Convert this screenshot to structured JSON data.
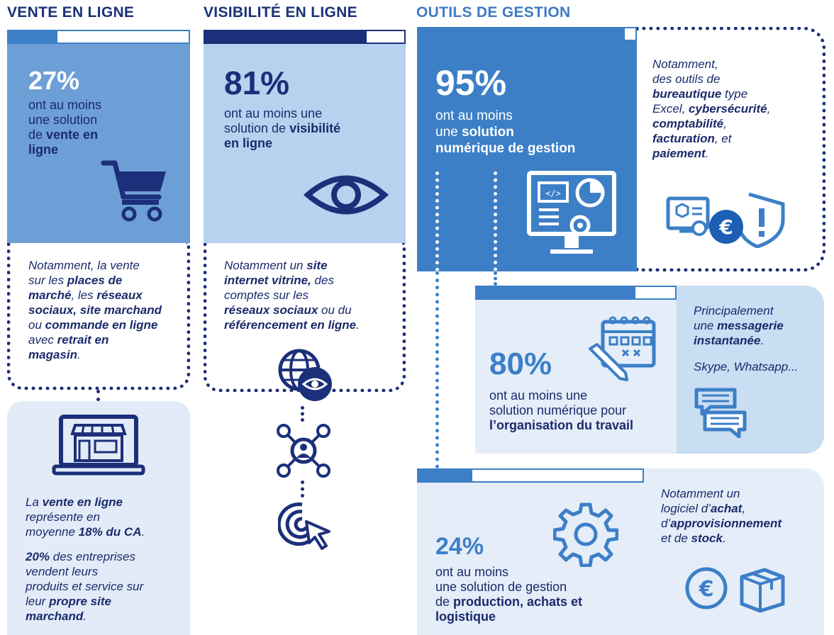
{
  "colors": {
    "navy": "#1c2f7a",
    "mid": "#3c7fc7",
    "light": "#b7d2ee",
    "pale": "#e4edf8",
    "white": "#ffffff"
  },
  "headers": {
    "vente": "VENTE EN LIGNE",
    "visibilite": "VISIBILITÉ EN LIGNE",
    "outils": "OUTILS DE GESTION"
  },
  "vente": {
    "percent": "27%",
    "share": 27,
    "label": [
      "ont au moins",
      "une solution",
      "de ",
      "vente en",
      "ligne"
    ],
    "note": {
      "l1": "Notamment, la vente",
      "l2a": "sur les ",
      "l2b": "places de",
      "l3": "marché",
      "l3b": ", les ",
      "l3c": "réseaux",
      "l4": "sociaux, site marchand",
      "l5a": "ou ",
      "l5b": "commande en ligne",
      "l6a": "avec ",
      "l6b": "retrait en",
      "l7a": "magasin",
      "l7b": "."
    },
    "stats": {
      "s1a": "La ",
      "s1b": "vente en ligne",
      "s2": "représente en",
      "s3a": "moyenne ",
      "s3b": "18% du CA",
      "s3c": ".",
      "s4a": "20%",
      "s4b": " des entreprises",
      "s5": "vendent leurs",
      "s6": "produits et service sur",
      "s7a": "leur ",
      "s7b": "propre site",
      "s8": "marchand",
      "s8b": "."
    },
    "icons": [
      "shopping-cart-icon",
      "laptop-shop-icon"
    ]
  },
  "visibilite": {
    "percent": "81%",
    "share": 81,
    "label": {
      "l1": "ont au moins une",
      "l2a": "solution de ",
      "l2b": "visibilité",
      "l3": "en ligne"
    },
    "note": {
      "l1a": "Notamment un ",
      "l1b": "site",
      "l2a": "internet vitrine,",
      "l2b": " des",
      "l3": "comptes sur les",
      "l4a": "réseaux sociaux",
      "l4b": " ou du",
      "l5a": "référencement en ligne",
      "l5b": "."
    },
    "icons": [
      "eye-icon",
      "globe-eye-icon",
      "network-user-icon",
      "click-target-icon"
    ]
  },
  "outils": {
    "main": {
      "percent": "95%",
      "share": 95,
      "l1": "ont au moins",
      "l2a": "une ",
      "l2b": "solution",
      "l3": "numérique de gestion"
    },
    "main_note": {
      "l1": "Notamment,",
      "l2": "des outils de",
      "l3a": "bureautique",
      "l3b": " type",
      "l4a": "Excel, ",
      "l4b": "cybersécurité",
      "l4c": ",",
      "l5a": "comptabilité",
      "l5b": ",",
      "l6a": "facturation",
      "l6b": ", et",
      "l7a": "paiement",
      "l7b": "."
    },
    "orga": {
      "percent": "80%",
      "share": 80,
      "l1": "ont au moins une",
      "l2": "solution numérique pour",
      "l3": "l’organisation du travail",
      "note": {
        "l1": "Principalement",
        "l2a": "une ",
        "l2b": "messagerie",
        "l3": "instantanée",
        "l3b": ".",
        "l4": "Skype, Whatsapp..."
      }
    },
    "prod": {
      "percent": "24%",
      "share": 24,
      "l1": "ont au moins",
      "l2": "une solution de gestion",
      "l3a": "de ",
      "l3b": "production, achats et",
      "l4": "logistique",
      "note": {
        "l1": "Notamment un",
        "l2a": "logiciel d’",
        "l2b": "achat",
        "l2c": ",",
        "l3a": "d’",
        "l3b": "approvisionnement",
        "l4a": "et de ",
        "l4b": "stock",
        "l4c": "."
      }
    },
    "icons": [
      "dashboard-screen-icon",
      "security-euro-icon",
      "calendar-pencil-icon",
      "chat-bubbles-icon",
      "gear-icon",
      "euro-coin-icon",
      "package-box-icon"
    ]
  }
}
